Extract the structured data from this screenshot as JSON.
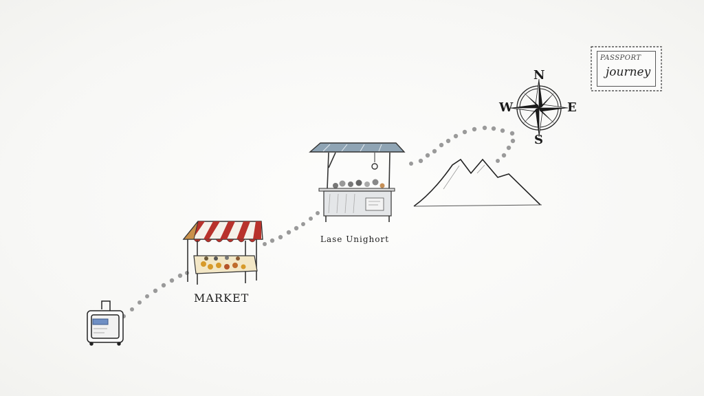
{
  "illustration": {
    "theme": "hand-drawn travel journey path",
    "stamp": {
      "top_text": "PASSPORT",
      "bottom_text": "journey"
    },
    "compass": {
      "north": "N",
      "south": "S",
      "east": "E",
      "west": "W"
    },
    "stops": [
      {
        "name": "suitcase",
        "label": ""
      },
      {
        "name": "market-stall",
        "label": "MARKET"
      },
      {
        "name": "food-stall",
        "label": "Lase Unighort"
      },
      {
        "name": "mountains",
        "label": ""
      }
    ],
    "colors": {
      "background": "#fbfbfa",
      "ink": "#1e1e1e",
      "path_dots": "#9a9a9a",
      "awning_red": "#b8322c",
      "awning_white": "#f5f1ea",
      "roof_blue": "#8fa4b4",
      "suitcase_blue": "#6f8fc4"
    }
  }
}
